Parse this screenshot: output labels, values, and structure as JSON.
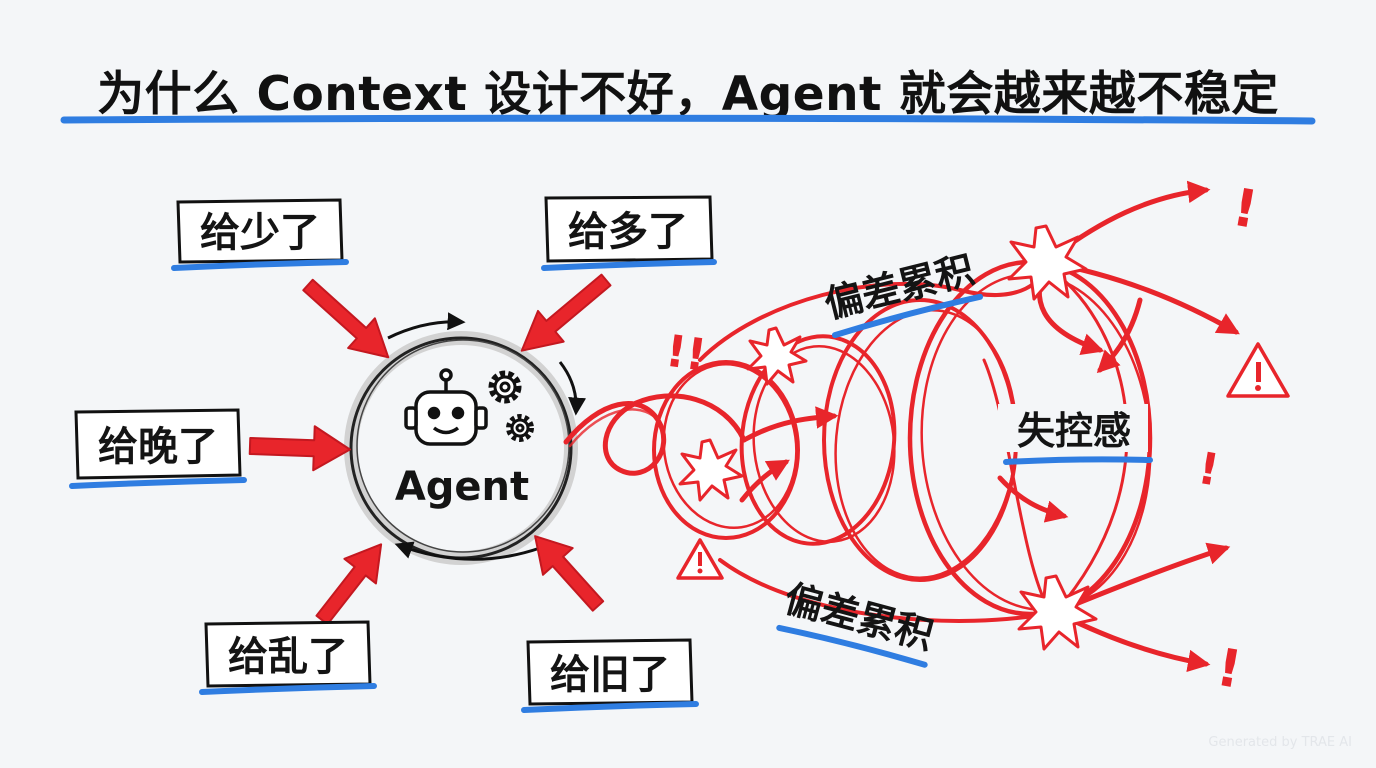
{
  "title": "为什么 Context 设计不好，Agent 就会越来越不稳定",
  "agent": {
    "label": "Agent",
    "icons": [
      "robot-icon",
      "gear-icon"
    ]
  },
  "inputs": [
    "给少了",
    "给多了",
    "给晚了",
    "给乱了",
    "给旧了"
  ],
  "drift_labels": [
    "偏差累积",
    "偏差累积"
  ],
  "center_label": "失控感",
  "markers": [
    "!!",
    "!",
    "!",
    "!"
  ],
  "watermark": "Generated by TRAE AI",
  "colors": {
    "accent_red": "#e8252b",
    "underline_blue": "#2f7de1",
    "ink": "#141414",
    "background": "#f4f6f8"
  }
}
